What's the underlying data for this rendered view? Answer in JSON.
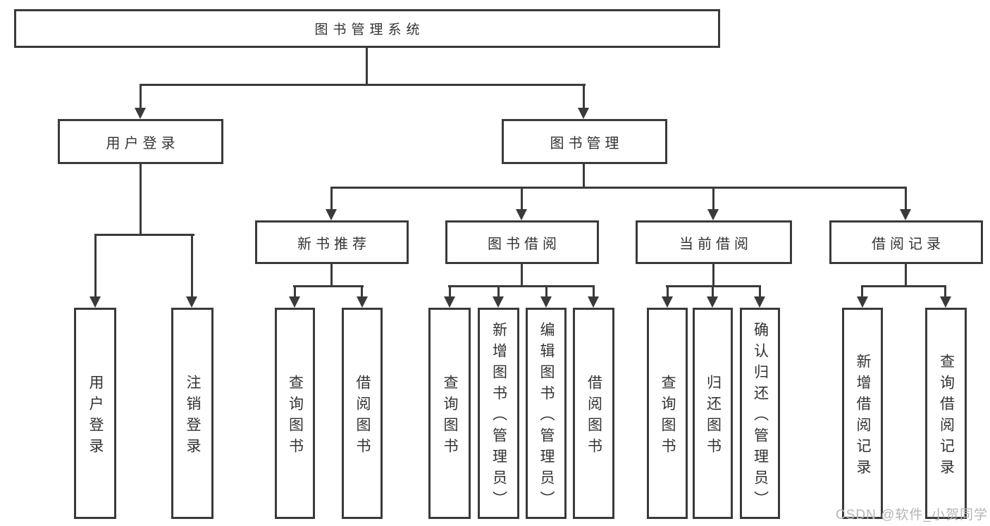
{
  "colors": {
    "line": "#3a3a3a",
    "text": "#333333",
    "watermark": "#b5b5b5",
    "background": "#ffffff"
  },
  "watermark": {
    "text": "CSDN @软件_小贺同学"
  },
  "tree": {
    "label": "图书管理系统",
    "children": [
      {
        "label": "用户登录",
        "children": [
          {
            "label": "用户登录"
          },
          {
            "label": "注销登录"
          }
        ]
      },
      {
        "label": "图书管理",
        "children": [
          {
            "label": "新书推荐",
            "children": [
              {
                "label": "查询图书"
              },
              {
                "label": "借阅图书"
              }
            ]
          },
          {
            "label": "图书借阅",
            "children": [
              {
                "label": "查询图书"
              },
              {
                "label": "新增图书（管理员）"
              },
              {
                "label": "编辑图书（管理员）"
              },
              {
                "label": "借阅图书"
              }
            ]
          },
          {
            "label": "当前借阅",
            "children": [
              {
                "label": "查询图书"
              },
              {
                "label": "归还图书"
              },
              {
                "label": "确认归还（管理员）"
              }
            ]
          },
          {
            "label": "借阅记录",
            "children": [
              {
                "label": "新增借阅记录"
              },
              {
                "label": "查询借阅记录"
              }
            ]
          }
        ]
      }
    ]
  }
}
